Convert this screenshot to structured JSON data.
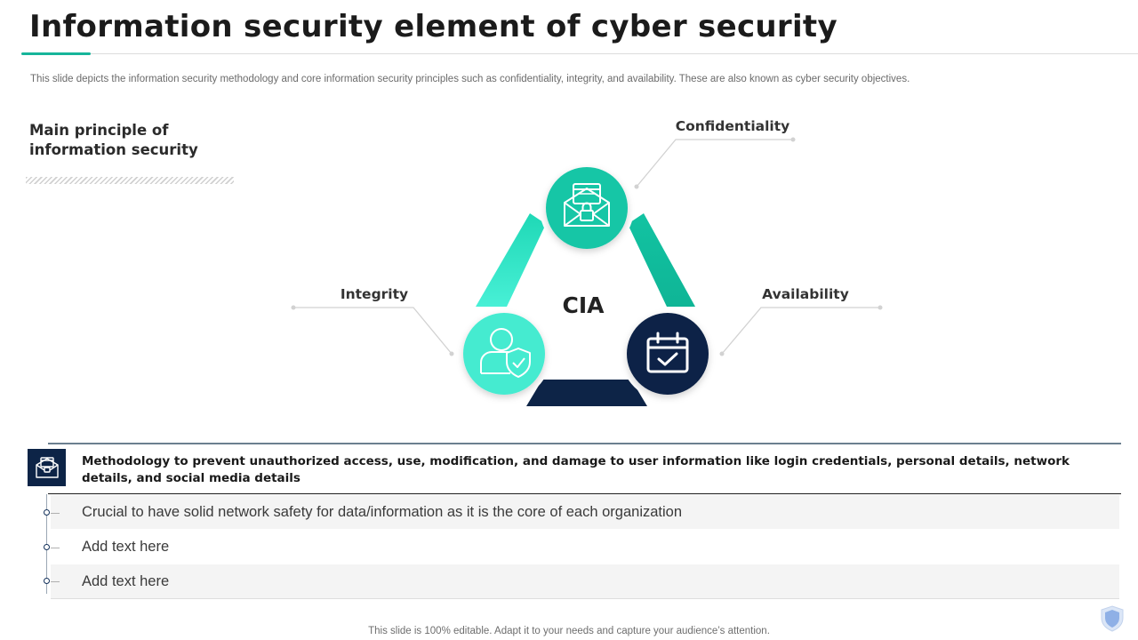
{
  "header": {
    "title": "Information security element of cyber security",
    "subtitle": "This slide depicts the information security methodology and core information security principles such as confidentiality, integrity,  and availability. These are also known as cyber security objectives."
  },
  "side": {
    "heading_line1": "Main principle of",
    "heading_line2": "information security"
  },
  "diagram": {
    "center_label": "CIA",
    "top_label": "Confidentiality",
    "left_label": "Integrity",
    "right_label": "Availability",
    "icons": {
      "top": "secure-email-icon",
      "left": "user-shield-icon",
      "right": "calendar-check-icon"
    },
    "colors": {
      "teal": "#18c6a6",
      "light_teal": "#42ecd0",
      "navy": "#0d2447"
    }
  },
  "methodology": {
    "icon": "secure-email-icon",
    "heading": "Methodology to prevent unauthorized access, use, modification, and damage to user information like login credentials, personal details, network details, and social media details",
    "items": [
      "Crucial to have solid network safety for data/information as it is the core of each organization",
      "Add text here",
      "Add text here"
    ]
  },
  "footer": {
    "text": "This slide is 100% editable. Adapt it to your needs and capture your audience’s attention."
  },
  "corner_icon": "shield-icon"
}
